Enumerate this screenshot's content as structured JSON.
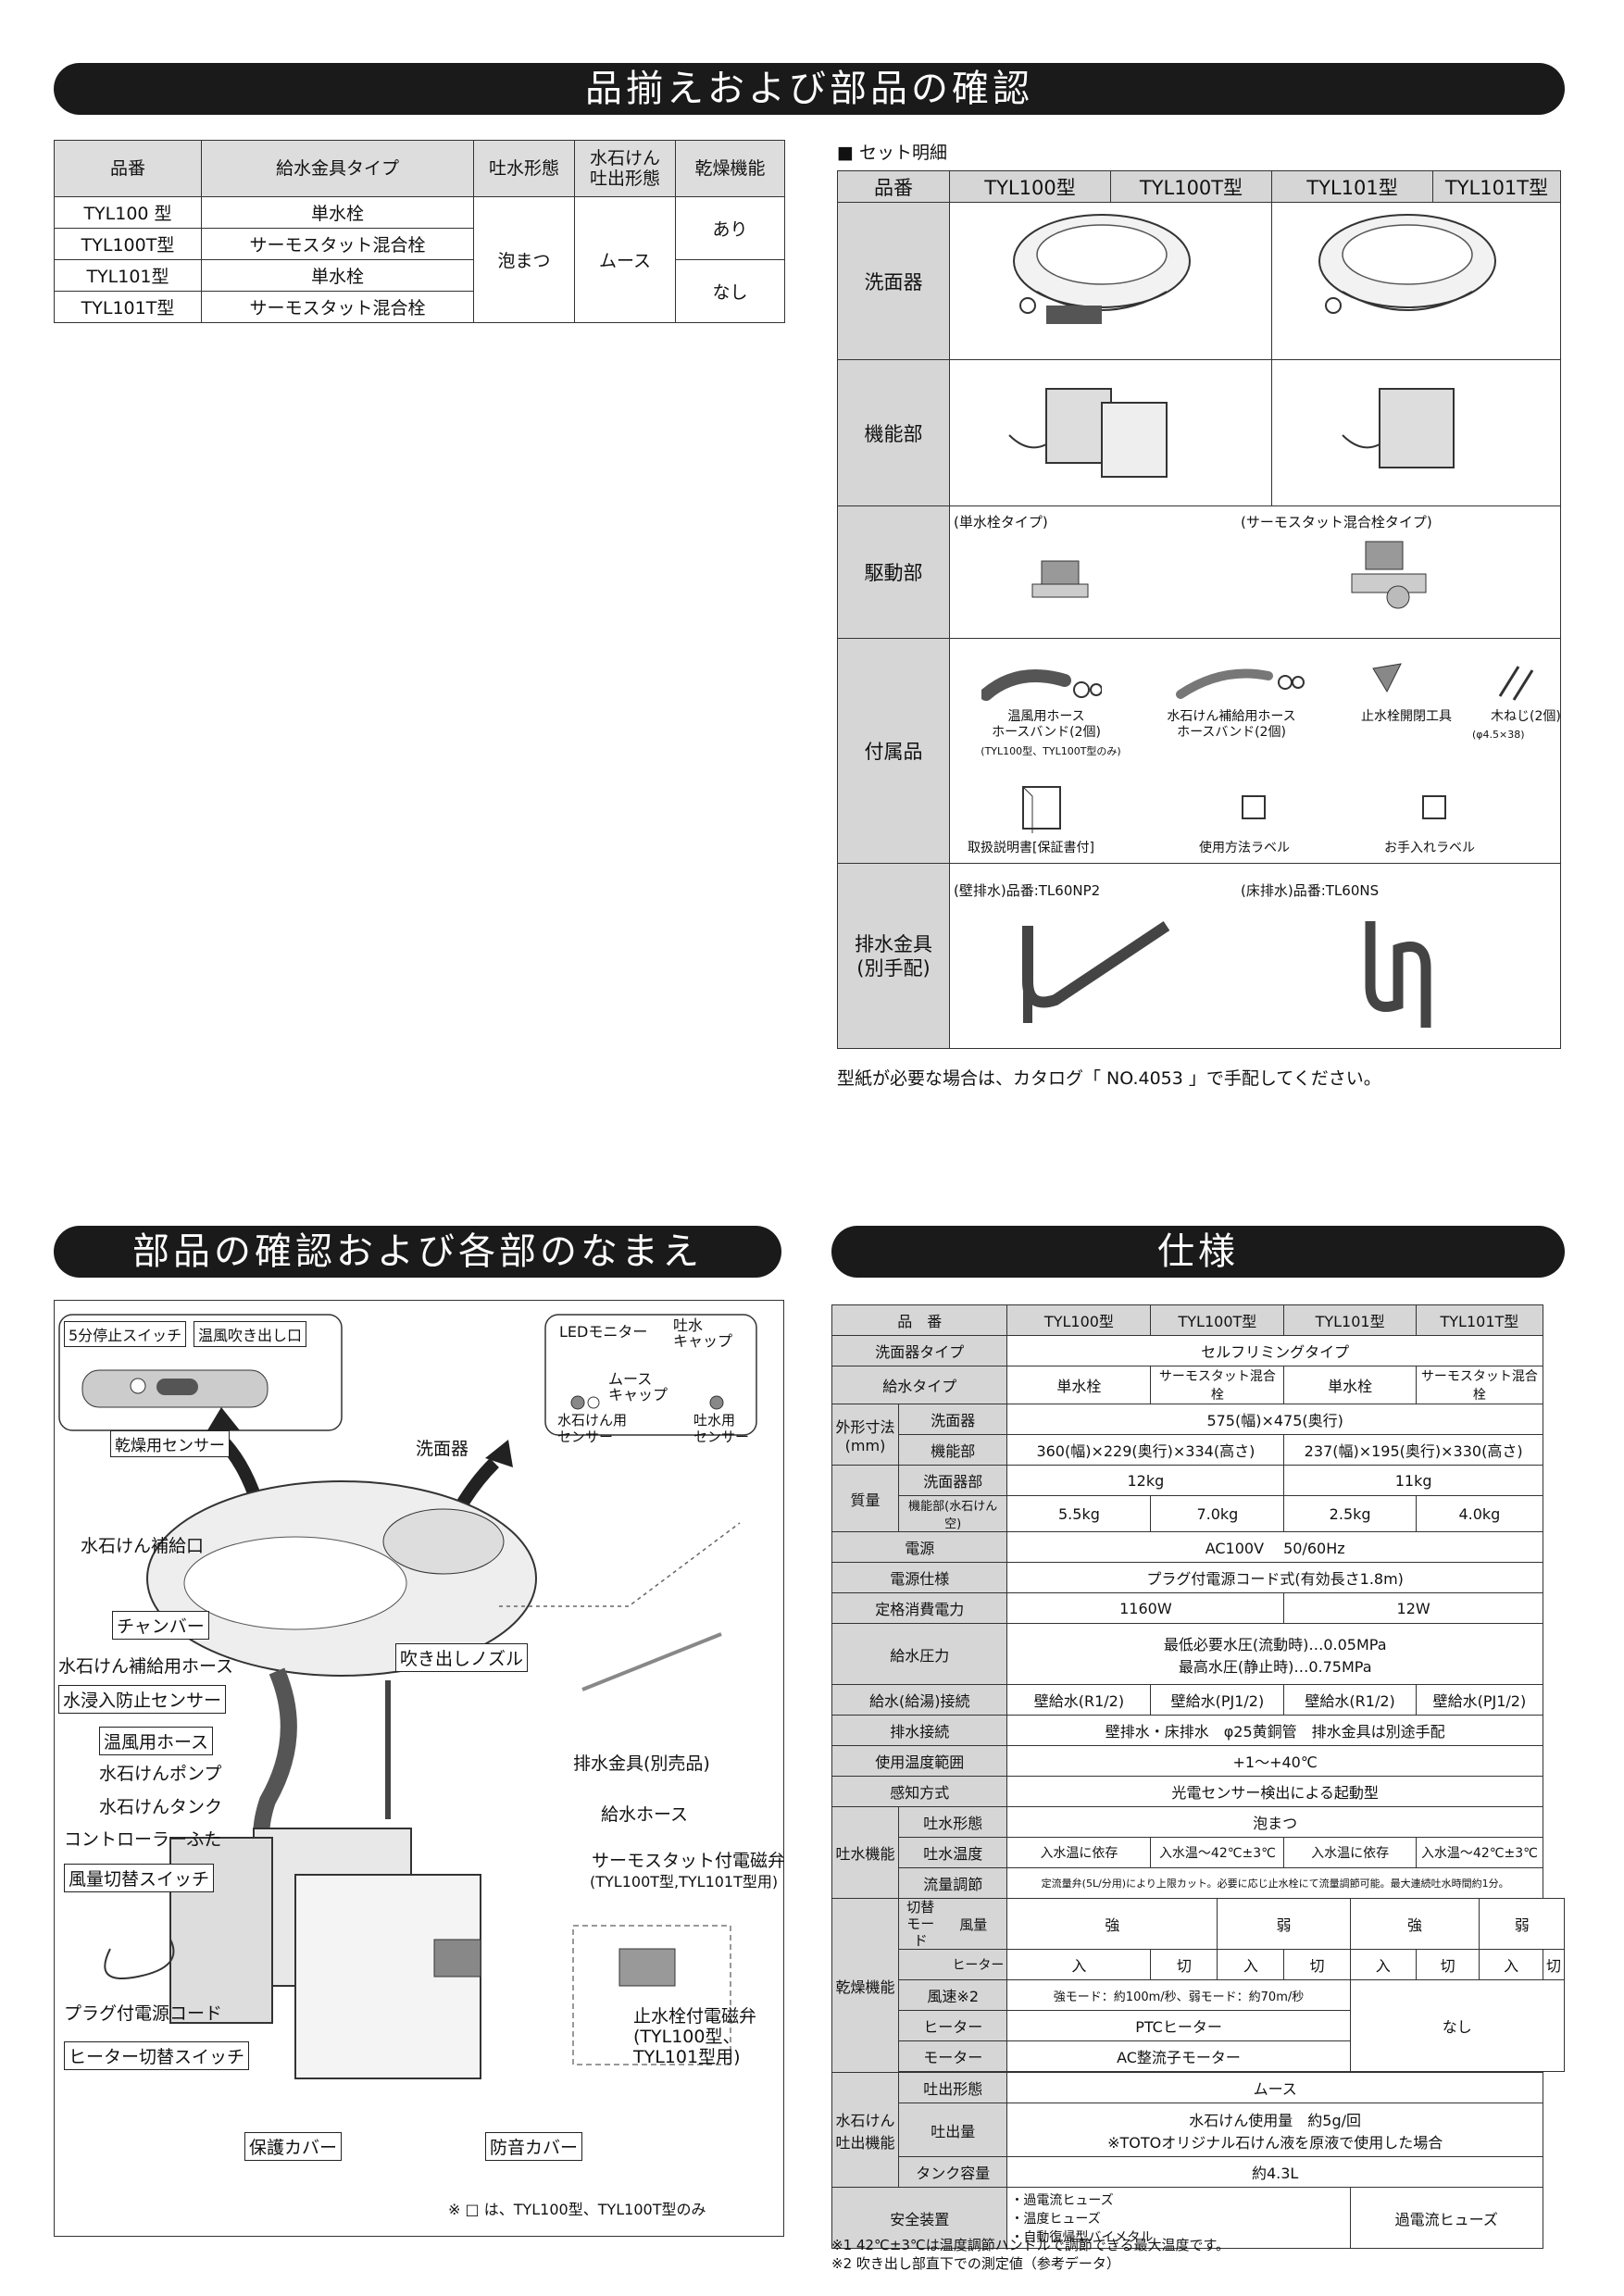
{
  "banners": {
    "top": "品揃えおよび部品の確認",
    "parts": "部品の確認および各部のなまえ",
    "spec": "仕様"
  },
  "lineup": {
    "headers": [
      "品番",
      "給水金具タイプ",
      "吐水形態",
      "水石けん\n吐出形態",
      "乾燥機能"
    ],
    "rows": [
      [
        "TYL100 型",
        "単水栓"
      ],
      [
        "TYL100T型",
        "サーモスタット混合栓"
      ],
      [
        "TYL101型",
        "単水栓"
      ],
      [
        "TYL101T型",
        "サーモスタット混合栓"
      ]
    ],
    "water_form": "泡まつ",
    "soap_form": "ムース",
    "dry_yes": "あり",
    "dry_no": "なし"
  },
  "set": {
    "heading": "■ セット明細",
    "headers": [
      "品番",
      "TYL100型",
      "TYL100T型",
      "TYL101型",
      "TYL101T型"
    ],
    "rows": [
      "洗面器",
      "機能部",
      "駆動部",
      "付属品",
      "排水金具\n(別手配)"
    ],
    "drive_single": "(単水栓タイプ)",
    "drive_thermo": "(サーモスタット混合栓タイプ)",
    "acc_hose": "温風用ホース\nホースバンド(2個)",
    "acc_hose_note": "(TYL100型、TYL100T型のみ)",
    "acc_soap_hose": "水石けん補給用ホース\nホースバンド(2個)",
    "acc_tool": "止水栓開閉工具",
    "acc_screw": "木ねじ(2個)",
    "acc_screw_note": "(φ4.5×38)",
    "acc_manual": "取扱説明書[保証書付]",
    "acc_usage": "使用方法ラベル",
    "acc_care": "お手入れラベル",
    "drain_wall": "(壁排水)品番:TL60NP2",
    "drain_floor": "(床排水)品番:TL60NS",
    "note": "型紙が必要な場合は、カタログ「 NO.4053 」で手配してください。"
  },
  "parts": {
    "inset1": [
      "5分停止スイッチ",
      "温風吹き出し口",
      "乾燥用センサー"
    ],
    "inset2": [
      "LEDモニター",
      "吐水\nキャップ",
      "ムース\nキャップ",
      "水石けん用\nセンサー",
      "吐水用\nセンサー"
    ],
    "labels": {
      "basin": "洗面器",
      "soap_refill": "水石けん補給口",
      "chamber": "チャンバー",
      "nozzle": "吹き出しノズル",
      "soap_hose": "水石けん補給用ホース",
      "flood_sensor": "水浸入防止センサー",
      "warm_hose": "温風用ホース",
      "pump": "水石けんポンプ",
      "tank": "水石けんタンク",
      "controller": "コントローラーふた",
      "airflow_switch": "風量切替スイッチ",
      "plug_cord": "プラグ付電源コード",
      "heater_switch": "ヒーター切替スイッチ",
      "protect_cover": "保護カバー",
      "sound_cover": "防音カバー",
      "drain": "排水金具(別売品)",
      "supply_hose": "給水ホース",
      "thermo_valve": "サーモスタット付電磁弁",
      "thermo_valve_note": "(TYL100T型,TYL101T型用)",
      "stop_valve": "止水栓付電磁弁\n(TYL100型、\n TYL101型用)"
    },
    "footnote": "※ □ は、TYL100型、TYL100T型のみ"
  },
  "spec": {
    "header": [
      "品　番",
      "TYL100型",
      "TYL100T型",
      "TYL101型",
      "TYL101T型"
    ],
    "basin_type": [
      "洗面器タイプ",
      "セルフリミングタイプ"
    ],
    "supply_type": [
      "給水タイプ",
      "単水栓",
      "サーモスタット混合栓",
      "単水栓",
      "サーモスタット混合栓"
    ],
    "dims_label": "外形寸法\n(mm)",
    "dims_basin": [
      "洗面器",
      "575(幅)×475(奥行)"
    ],
    "dims_func": [
      "機能部",
      "360(幅)×229(奥行)×334(高さ)",
      "237(幅)×195(奥行)×330(高さ)"
    ],
    "mass_label": "質量",
    "mass_basin": [
      "洗面器部",
      "12kg",
      "11kg"
    ],
    "mass_func": [
      "機能部(水石けん空)",
      "5.5kg",
      "7.0kg",
      "2.5kg",
      "4.0kg"
    ],
    "power": [
      "電源",
      "AC100V　 50/60Hz"
    ],
    "power_spec": [
      "電源仕様",
      "プラグ付電源コード式(有効長さ1.8m)"
    ],
    "consumption": [
      "定格消費電力",
      "1160W",
      "12W"
    ],
    "pressure": [
      "給水圧力",
      "最低必要水圧(流動時)…0.05MPa\n最高水圧(静止時)…0.75MPa"
    ],
    "connection": [
      "給水(給湯)接続",
      "壁給水(R1/2)",
      "壁給水(PJ1/2)",
      "壁給水(R1/2)",
      "壁給水(PJ1/2)"
    ],
    "drain": [
      "排水接続",
      "壁排水・床排水　φ25黄銅管　排水金具は別途手配"
    ],
    "temp_range": [
      "使用温度範囲",
      "+1〜+40℃"
    ],
    "sensing": [
      "感知方式",
      "光電センサー検出による起動型"
    ],
    "spout_label": "吐水機能",
    "spout_form": [
      "吐水形態",
      "泡まつ"
    ],
    "spout_temp": [
      "吐水温度",
      "入水温に依存",
      "入水温〜42℃±3℃",
      "入水温に依存",
      "入水温〜42℃±3℃"
    ],
    "spout_flow": [
      "流量調節",
      "定流量弁(5L/分用)により上限カット。必要に応じ止水栓にて流量調節可能。最大連続吐水時間約1分。"
    ],
    "dry_label": "乾燥機能",
    "dry_mode": "切替\nモード",
    "dry_wind": [
      "風量",
      "強",
      "弱",
      "強",
      "弱"
    ],
    "dry_heater": [
      "ヒーター",
      "入",
      "切",
      "入",
      "切",
      "入",
      "切",
      "入",
      "切"
    ],
    "dry_speed": [
      "風速※2",
      "強モード：約100m/秒、弱モード：約70m/秒"
    ],
    "dry_none": "なし",
    "heater": [
      "ヒーター",
      "PTCヒーター"
    ],
    "motor": [
      "モーター",
      "AC整流子モーター"
    ],
    "soap_label": "水石けん\n吐出機能",
    "soap_form": [
      "吐出形態",
      "ムース"
    ],
    "soap_amount": [
      "吐出量",
      "水石けん使用量　約5g/回\n※TOTOオリジナル石けん液を原液で使用した場合"
    ],
    "tank": [
      "タンク容量",
      "約4.3L"
    ],
    "safety": [
      "安全装置",
      "・過電流ヒューズ\n・温度ヒューズ\n・自動復帰型バイメタル",
      "過電流ヒューズ"
    ],
    "notes": [
      "※1 42℃±3℃は温度調節ハンドルで調節できる最大温度です。",
      "※2 吹き出し部直下での測定値（参考データ）"
    ]
  }
}
